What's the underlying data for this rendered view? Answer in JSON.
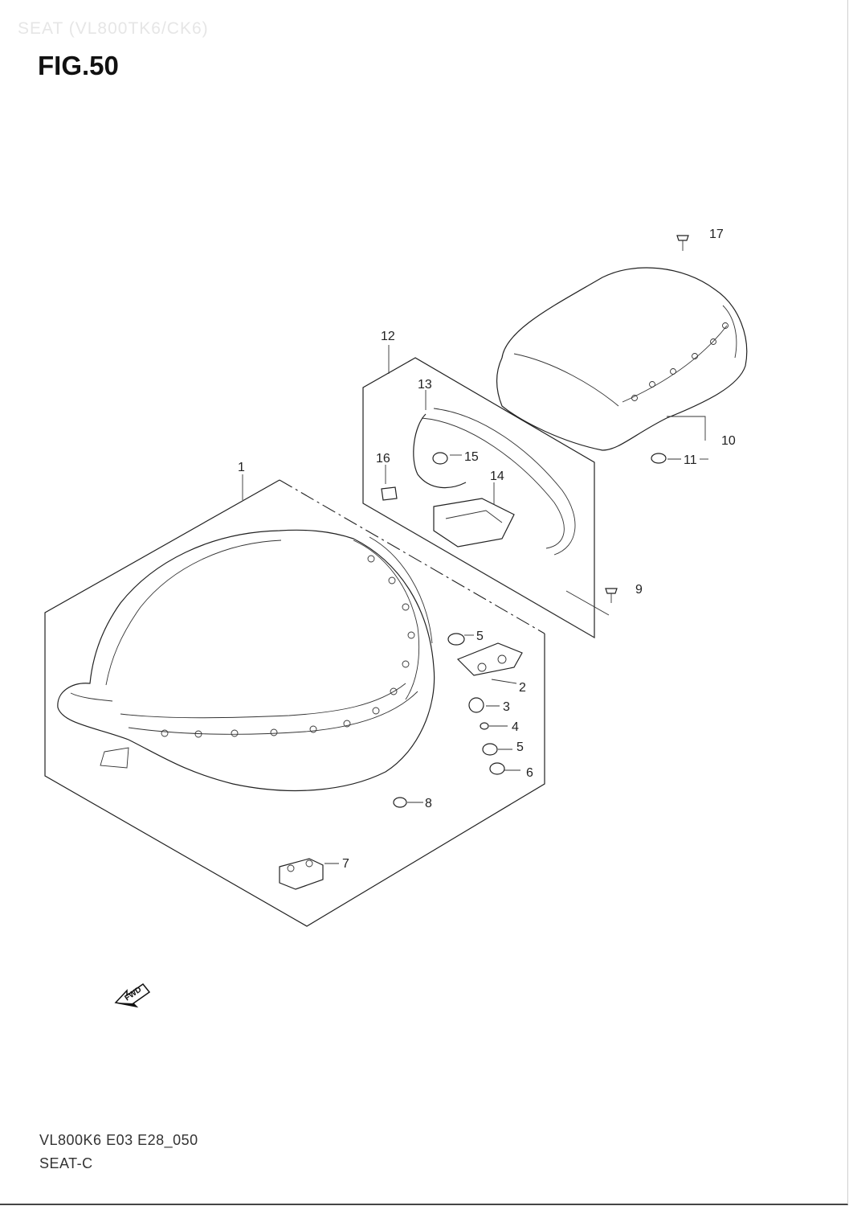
{
  "header": {
    "faint_title": "SEAT (VL800TK6/CK6)",
    "figure_label": "FIG.50"
  },
  "callouts": {
    "c1": "1",
    "c2": "2",
    "c3": "3",
    "c4": "4",
    "c5a": "5",
    "c5b": "5",
    "c6": "6",
    "c7": "7",
    "c8": "8",
    "c9": "9",
    "c10": "10",
    "c11": "11",
    "c12": "12",
    "c13": "13",
    "c14": "14",
    "c15": "15",
    "c16": "16",
    "c17": "17"
  },
  "fwd_arrow": "FWD",
  "footer": {
    "code": "VL800K6 E03 E28_050",
    "name": "SEAT-C"
  }
}
